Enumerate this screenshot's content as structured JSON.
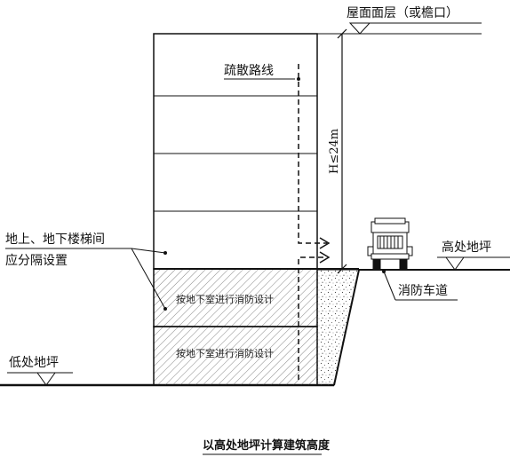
{
  "labels": {
    "roof": "屋面面层（或檐口）",
    "evacuation_route": "疏散路线",
    "height_limit": "H≤24m",
    "stair_note_line1": "地上、地下楼梯间",
    "stair_note_line2": "应分隔设置",
    "high_ground": "高处地坪",
    "low_ground": "低处地坪",
    "fire_lane": "消防车道",
    "basement_design": "按地下室进行消防设计",
    "caption": "以高处地坪计算建筑高度"
  },
  "icons": {
    "fire_truck": "fire-truck-icon",
    "elevation_marker": "elevation-triangle-icon"
  },
  "colors": {
    "line": "#111111",
    "hatch": "#555555"
  }
}
